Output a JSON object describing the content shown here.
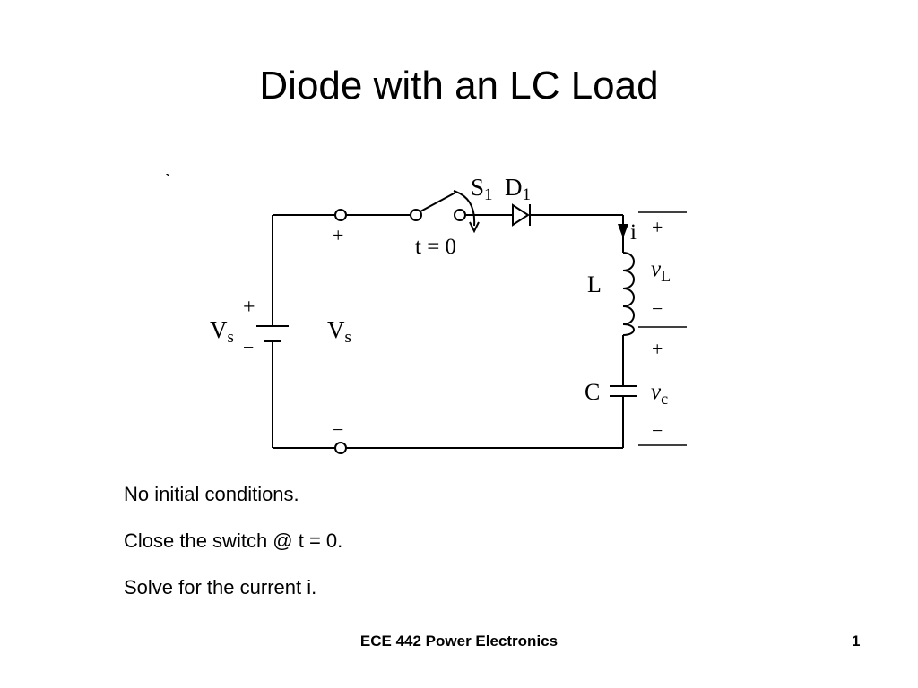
{
  "slide": {
    "title": "Diode with an LC Load",
    "bullets": [
      "No initial conditions.",
      "Close the switch @ t = 0.",
      "Solve for the current i."
    ],
    "footer": "ECE 442 Power Electronics",
    "page_number": "1"
  },
  "diagram": {
    "tick_mark": "`",
    "switch_label": "S",
    "switch_sub": "1",
    "diode_label": "D",
    "diode_sub": "1",
    "switch_time": "t = 0",
    "current_label": "i",
    "inductor_label": "L",
    "capacitor_label": "C",
    "source_label": "V",
    "source_sub": "s",
    "source_label_2": "V",
    "source_sub_2": "s",
    "plus": "+",
    "minus": "−",
    "vL_main": "v",
    "vL_sub": "L",
    "vc_main": "v",
    "vc_sub": "c"
  }
}
